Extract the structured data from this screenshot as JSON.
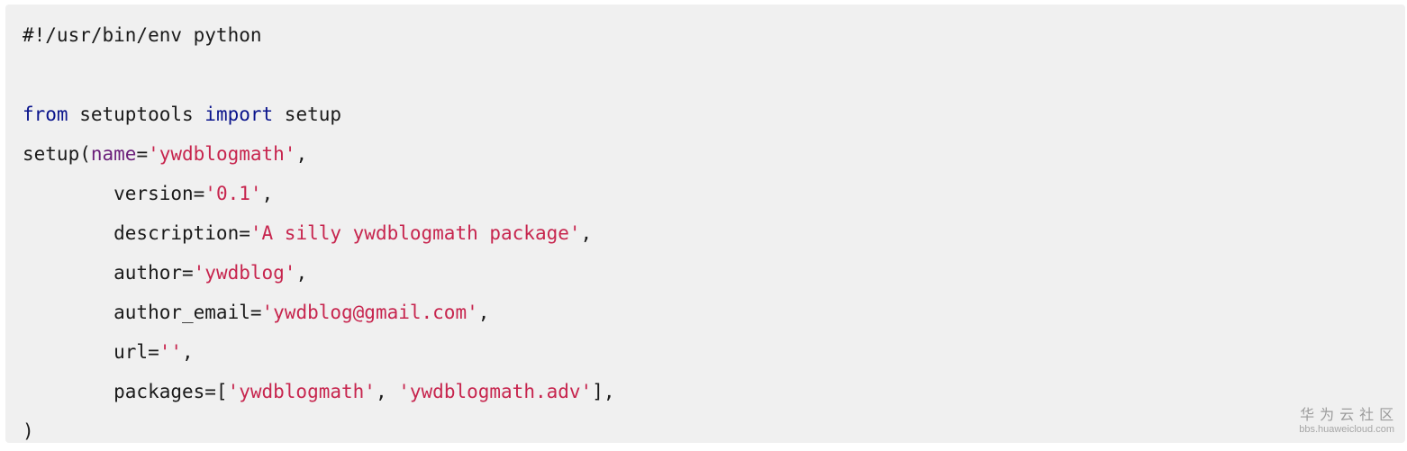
{
  "code": {
    "line1": "#!/usr/bin/env python",
    "line3": {
      "kw_from": "from",
      "module": " setuptools ",
      "kw_import": "import",
      "name": " setup"
    },
    "line4": {
      "call": "setup(",
      "param": "name",
      "eq": "=",
      "value": "'ywdblogmath'",
      "tail": ","
    },
    "line5": {
      "indent_key": "        version=",
      "value": "'0.1'",
      "tail": ","
    },
    "line6": {
      "indent_key": "        description=",
      "value": "'A silly ywdblogmath package'",
      "tail": ","
    },
    "line7": {
      "indent_key": "        author=",
      "value": "'ywdblog'",
      "tail": ","
    },
    "line8": {
      "indent_key": "        author_email=",
      "value": "'ywdblog@gmail.com'",
      "tail": ","
    },
    "line9": {
      "indent_key": "        url=",
      "value": "''",
      "tail": ","
    },
    "line10": {
      "indent_key": "        packages=[",
      "value1": "'ywdblogmath'",
      "sep": ", ",
      "value2": "'ywdblogmath.adv'",
      "tail": "],"
    },
    "line11": ")"
  },
  "watermark": {
    "brand": "华为云社区",
    "url": "bbs.huaweicloud.com"
  },
  "colors": {
    "keyword": "#0a148c",
    "param": "#6b1f7a",
    "string": "#c7254e",
    "background": "#f0f0f0"
  }
}
